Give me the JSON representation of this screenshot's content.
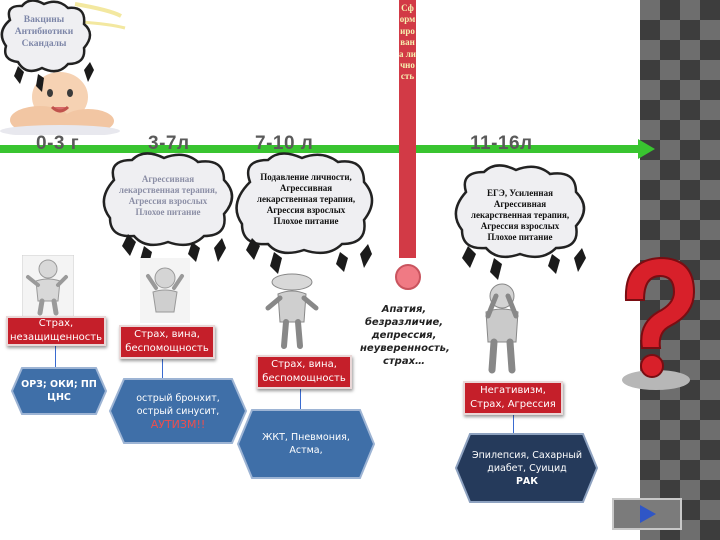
{
  "timeline": {
    "ages": [
      "0-3 г",
      "3-7л",
      "7-10 л",
      "11-16л"
    ],
    "vertical_banner": "Сформирована личность",
    "apathy_text": "Апатия, безразличие, депрессия, неуверенность, страх…"
  },
  "clouds": {
    "c0": "Вакцины Антибиотики Скандалы",
    "c1": "Агрессивная лекарственная терапия, Агрессия взрослых Плохое питание",
    "c2": "Подавление личности, Агрессивная лекарственная терапия, Агрессия взрослых Плохое питание",
    "c3": "ЕГЭ, Усиленная Агрессивная лекарственная терапия, Агрессия взрослых Плохое питание"
  },
  "emotions": {
    "e0": "Страх, незащищенность",
    "e1": "Страх, вина, беспомощность",
    "e2": "Страх, вина, беспомощность",
    "e3": "Негативизм, Страх, Агрессия"
  },
  "diseases": {
    "d0": "ОРЗ; ОКИ; ПП ЦНС",
    "d1_line1": "острый бронхит, острый синусит,",
    "d1_line2": "АУТИЗМ!!",
    "d2": "ЖКТ, Пневмония, Астма,",
    "d3_line1": "Эпилепсия, Сахарный диабет, Суицид",
    "d3_line2": "РАК"
  },
  "colors": {
    "arrow": "#39c430",
    "emotion_box": "#c51f2a",
    "hex_blue": "#3f6fa8",
    "hex_navy": "#253a5b",
    "banner": "#d23a46",
    "question": "#d8202a"
  }
}
